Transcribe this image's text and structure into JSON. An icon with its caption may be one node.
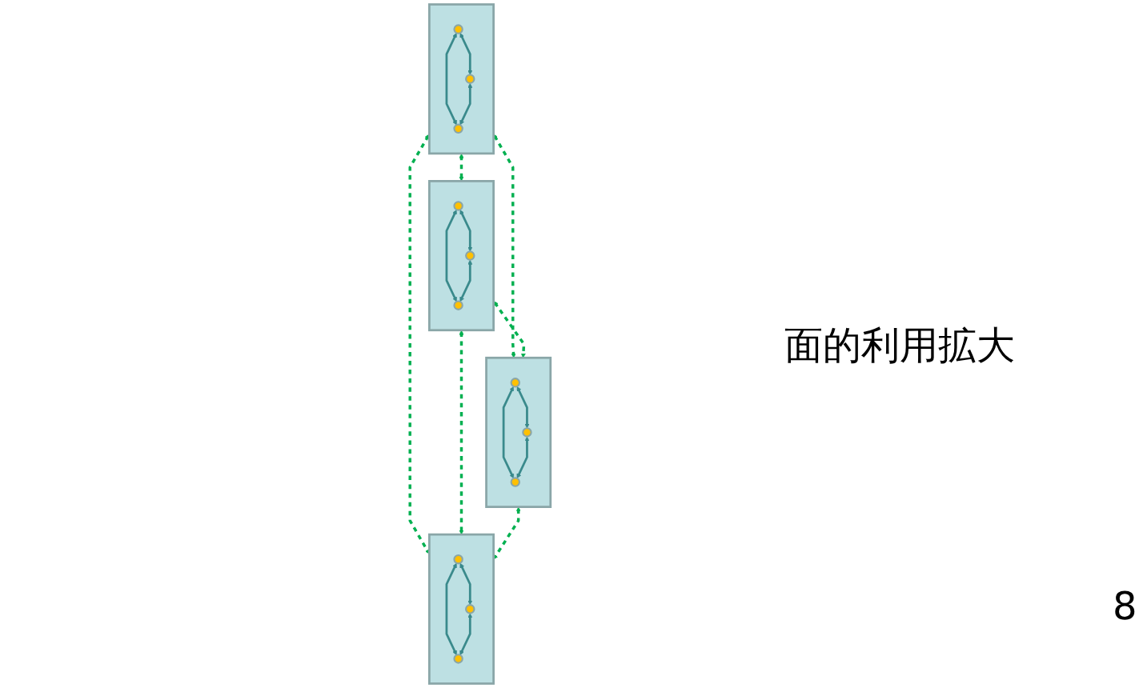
{
  "diagram": {
    "nodes": [
      {
        "text": [],
        "shape": "box"
      },
      {
        "text": [],
        "shape": "circle",
        "in": 0
      },
      {
        "text": [],
        "shape": "circle",
        "in": 0
      },
      {
        "text": [],
        "shape": "circle",
        "in": 0
      },
      {
        "text": [],
        "shape": "box"
      },
      {
        "text": [],
        "shape": "circle",
        "in": 4
      },
      {
        "text": [],
        "shape": "circle",
        "in": 4
      },
      {
        "text": [],
        "shape": "circle",
        "in": 4
      },
      {
        "text": [],
        "shape": "box"
      },
      {
        "text": [],
        "shape": "circle",
        "in": 8
      },
      {
        "text": [],
        "shape": "circle",
        "in": 8
      },
      {
        "text": [],
        "shape": "circle",
        "in": 8
      },
      {
        "text": [],
        "shape": "box"
      },
      {
        "text": [],
        "shape": "circle",
        "in": 12
      },
      {
        "text": [],
        "shape": "circle",
        "in": 12
      },
      {
        "text": [],
        "shape": "circle",
        "in": 12
      }
    ],
    "edges": [
      {
        "from": 1,
        "to": 2,
        "arrow": "both"
      },
      {
        "from": 1,
        "to": 3,
        "arrow": "both"
      },
      {
        "from": 2,
        "to": 3,
        "arrow": "both"
      },
      {
        "from": 5,
        "to": 6,
        "arrow": "both"
      },
      {
        "from": 5,
        "to": 7,
        "arrow": "both"
      },
      {
        "from": 6,
        "to": 7,
        "arrow": "both"
      },
      {
        "from": 9,
        "to": 10,
        "arrow": "both"
      },
      {
        "from": 9,
        "to": 11,
        "arrow": "both"
      },
      {
        "from": 10,
        "to": 11,
        "arrow": "both"
      },
      {
        "from": 13,
        "to": 14,
        "arrow": "both"
      },
      {
        "from": 13,
        "to": 15,
        "arrow": "both"
      },
      {
        "from": 14,
        "to": 15,
        "arrow": "both"
      },
      {
        "from": 0,
        "to": 4,
        "arrow": "both",
        "style": "dashed",
        "color": "#00b050"
      },
      {
        "from": 0,
        "to": 8,
        "arrow": "both",
        "style": "dashed",
        "color": "#00b050"
      },
      {
        "from": 0,
        "to": 12,
        "arrow": "both",
        "style": "dashed",
        "color": "#00b050"
      },
      {
        "from": 4,
        "to": 8,
        "arrow": "both",
        "style": "dashed",
        "color": "#00b050"
      },
      {
        "from": 4,
        "to": 12,
        "arrow": "both",
        "style": "dashed",
        "color": "#00b050"
      },
      {
        "from": 8,
        "to": 12,
        "arrow": "both",
        "style": "dashed",
        "color": "#00b050"
      }
    ],
    "labels": [
      "面的利用拡大",
      "8"
    ]
  }
}
